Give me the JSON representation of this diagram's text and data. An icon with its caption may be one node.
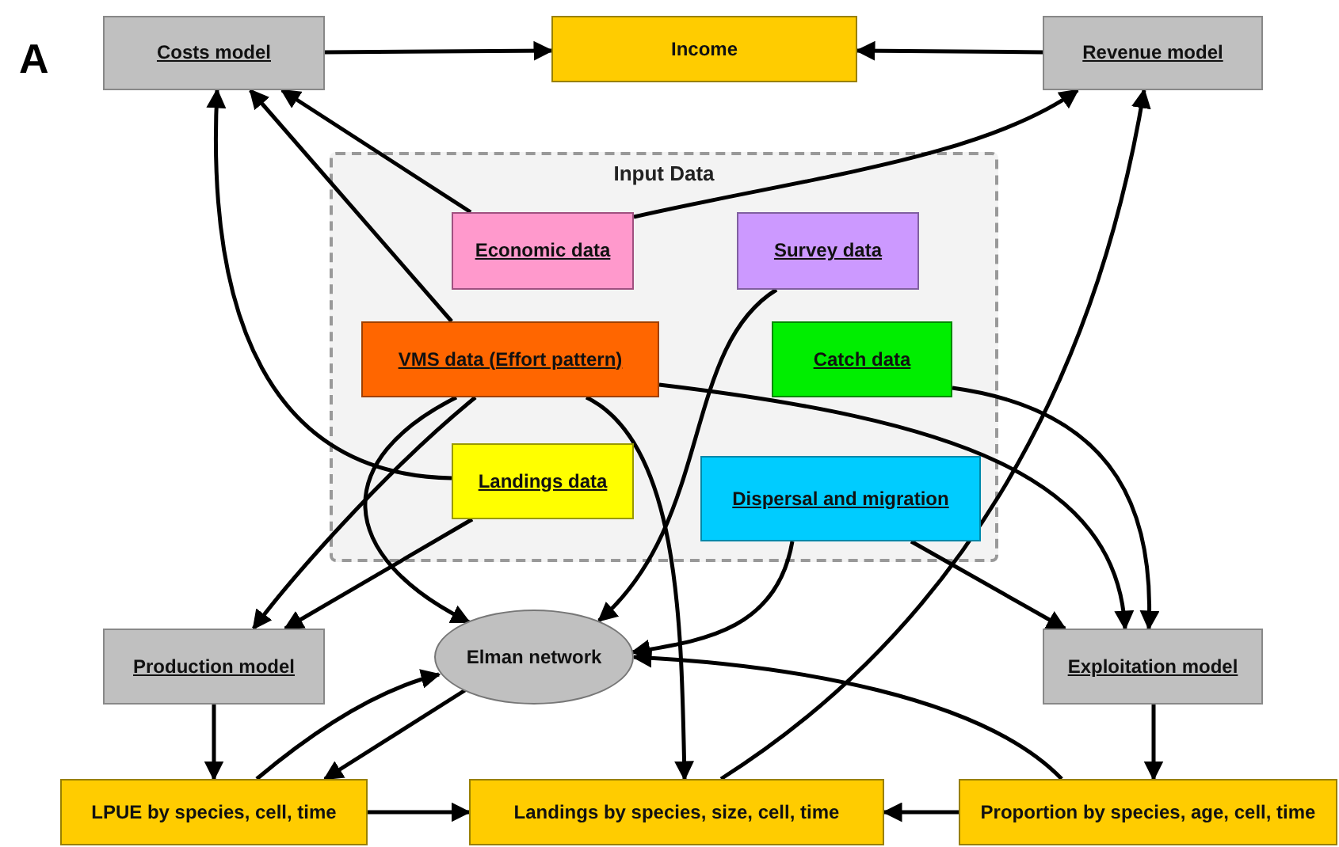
{
  "diagram": {
    "nodes": [
      {
        "text": [
          "Costs model"
        ]
      },
      {
        "text": [
          "Income"
        ]
      },
      {
        "text": [
          "Revenue model"
        ]
      },
      {
        "text": [
          "Input Data"
        ]
      },
      {
        "text": [
          "Economic data"
        ],
        "in": 3
      },
      {
        "text": [
          "Survey data"
        ],
        "in": 3
      },
      {
        "text": [
          "VMS data (Effort pattern)"
        ],
        "in": 3
      },
      {
        "text": [
          "Catch data"
        ],
        "in": 3
      },
      {
        "text": [
          "Landings data"
        ],
        "in": 3
      },
      {
        "text": [
          "Dispersal and migration"
        ],
        "in": 3
      },
      {
        "text": [
          "Production model"
        ]
      },
      {
        "text": [
          "Elman network"
        ]
      },
      {
        "text": [
          "Exploitation model"
        ]
      },
      {
        "text": [
          "LPUE by species, cell, time"
        ]
      },
      {
        "text": [
          "Landings by species, size, cell, time"
        ]
      },
      {
        "text": [
          "Proportion by species, age, cell, time"
        ]
      }
    ],
    "edges": [
      {
        "from": 0,
        "to": 1,
        "arrow": "to"
      },
      {
        "from": 2,
        "to": 1,
        "arrow": "to"
      },
      {
        "from": 4,
        "to": 0,
        "arrow": "to"
      },
      {
        "from": 4,
        "to": 2,
        "arrow": "to"
      },
      {
        "from": 6,
        "to": 0,
        "arrow": "to"
      },
      {
        "from": 8,
        "to": 0,
        "arrow": "to"
      },
      {
        "from": 14,
        "to": 2,
        "arrow": "to"
      },
      {
        "from": 5,
        "to": 11,
        "arrow": "to"
      },
      {
        "from": 6,
        "to": 11,
        "arrow": "to"
      },
      {
        "from": 6,
        "to": 10,
        "arrow": "to"
      },
      {
        "from": 8,
        "to": 10,
        "arrow": "to"
      },
      {
        "from": 6,
        "to": 14,
        "arrow": "to"
      },
      {
        "from": 6,
        "to": 12,
        "arrow": "to"
      },
      {
        "from": 7,
        "to": 12,
        "arrow": "to"
      },
      {
        "from": 9,
        "to": 11,
        "arrow": "to"
      },
      {
        "from": 9,
        "to": 12,
        "arrow": "to"
      },
      {
        "from": 10,
        "to": 13,
        "arrow": "to"
      },
      {
        "from": 13,
        "to": 11,
        "arrow": "to"
      },
      {
        "from": 11,
        "to": 13,
        "arrow": "to"
      },
      {
        "from": 13,
        "to": 14,
        "arrow": "to"
      },
      {
        "from": 15,
        "to": 14,
        "arrow": "to"
      },
      {
        "from": 12,
        "to": 15,
        "arrow": "to"
      },
      {
        "from": 15,
        "to": 11,
        "arrow": "to"
      }
    ],
    "labels": [
      "A"
    ]
  }
}
